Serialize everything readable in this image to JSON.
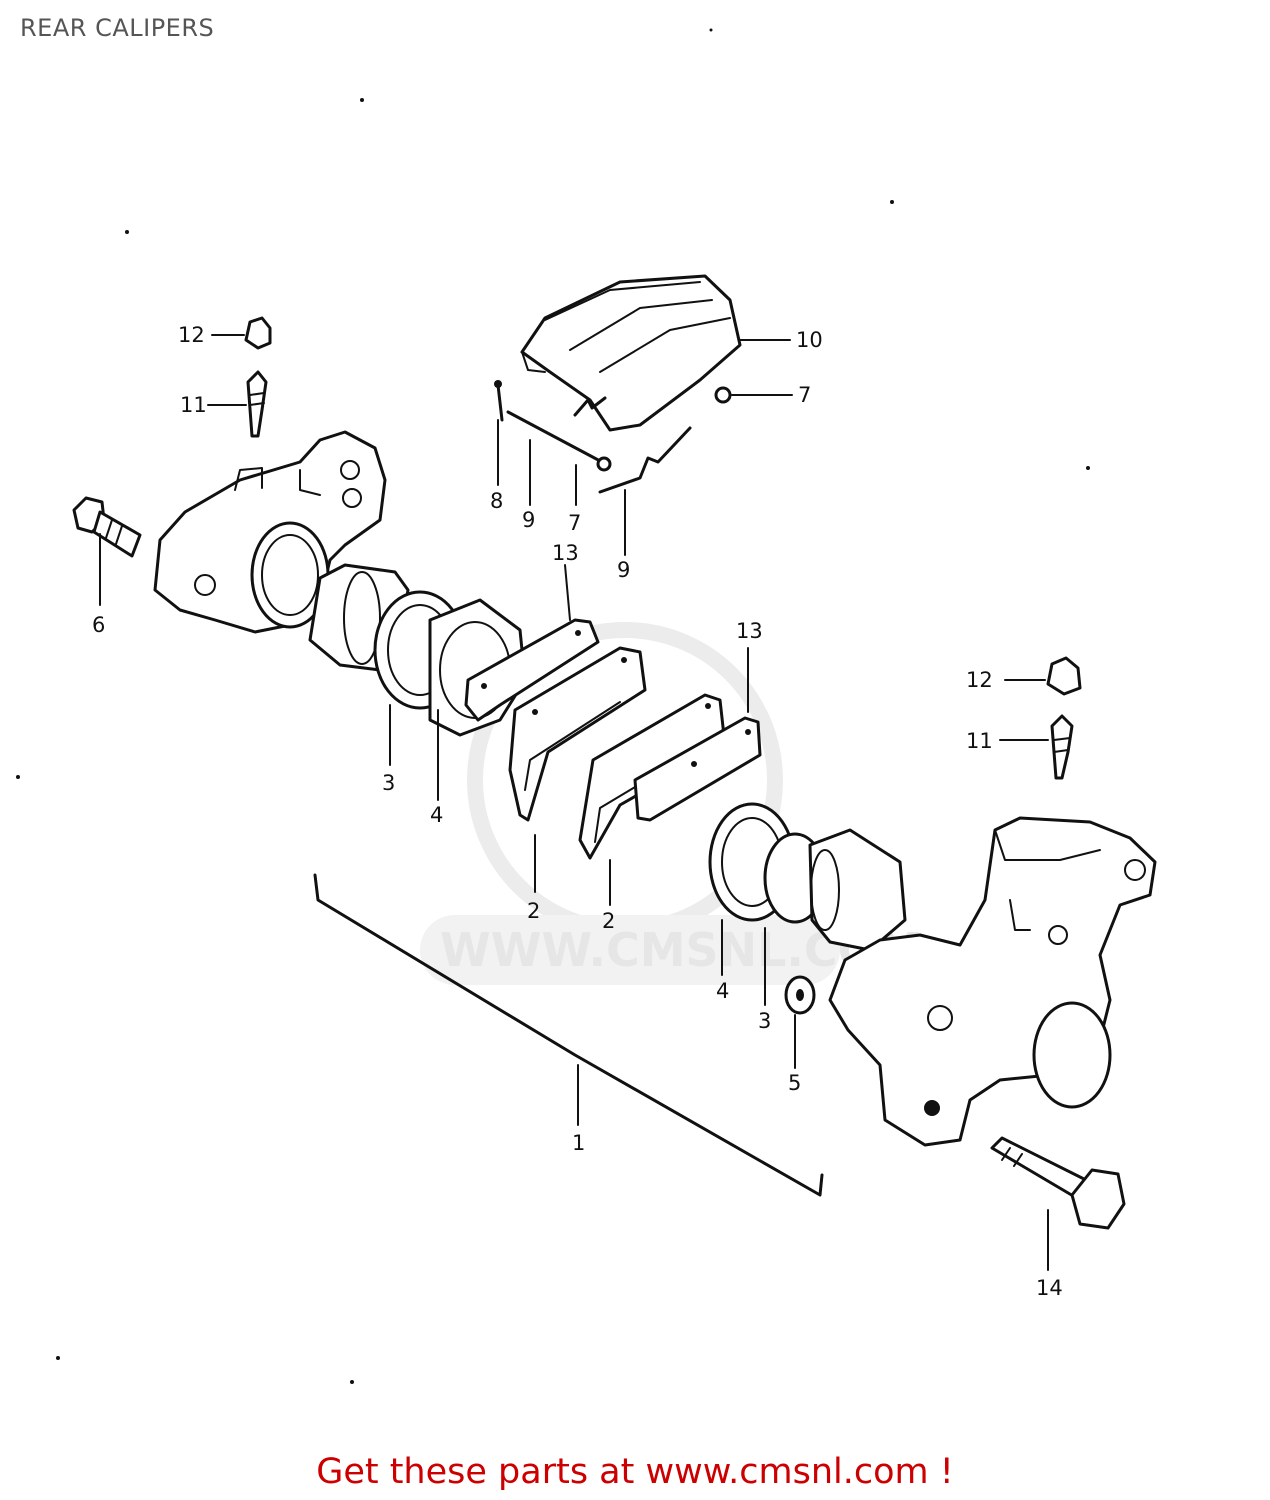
{
  "title": "REAR CALIPERS",
  "watermark": {
    "text": "WWW.CMSNL.COM"
  },
  "footer": {
    "text": "Get these parts at www.cmsnl.com !"
  },
  "callouts": {
    "c1": "1",
    "c2a": "2",
    "c2b": "2",
    "c3a": "3",
    "c3b": "3",
    "c4a": "4",
    "c4b": "4",
    "c5": "5",
    "c6": "6",
    "c7a": "7",
    "c7b": "7",
    "c8": "8",
    "c9a": "9",
    "c9b": "9",
    "c10": "10",
    "c11a": "11",
    "c11b": "11",
    "c12a": "12",
    "c12b": "12",
    "c13a": "13",
    "c13b": "13",
    "c14": "14"
  }
}
